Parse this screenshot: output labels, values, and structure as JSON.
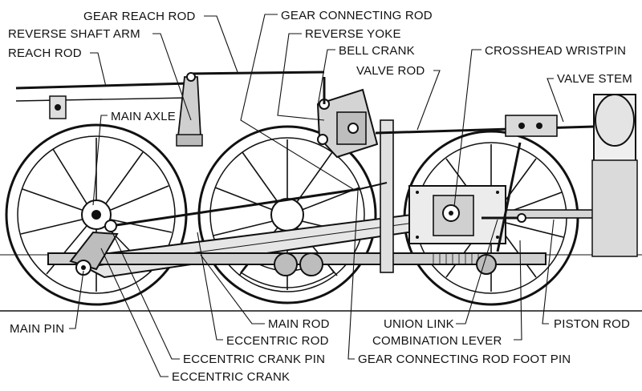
{
  "labels": {
    "gear_reach_rod": "GEAR REACH ROD",
    "gear_connecting_rod": "GEAR CONNECTING ROD",
    "reverse_shaft_arm": "REVERSE SHAFT ARM",
    "reverse_yoke": "REVERSE YOKE",
    "reach_rod": "REACH ROD",
    "bell_crank": "BELL CRANK",
    "crosshead_wristpin": "CROSSHEAD WRISTPIN",
    "valve_rod": "VALVE ROD",
    "valve_stem": "VALVE STEM",
    "main_axle": "MAIN AXLE",
    "main_pin": "MAIN PIN",
    "main_rod": "MAIN ROD",
    "eccentric_rod": "ECCENTRIC ROD",
    "eccentric_crank_pin": "ECCENTRIC CRANK PIN",
    "eccentric_crank": "ECCENTRIC CRANK",
    "union_link": "UNION LINK",
    "combination_lever": "COMBINATION LEVER",
    "gear_connecting_rod_foot_pin": "GEAR CONNECTING ROD FOOT PIN",
    "piston_rod": "PISTON ROD"
  }
}
